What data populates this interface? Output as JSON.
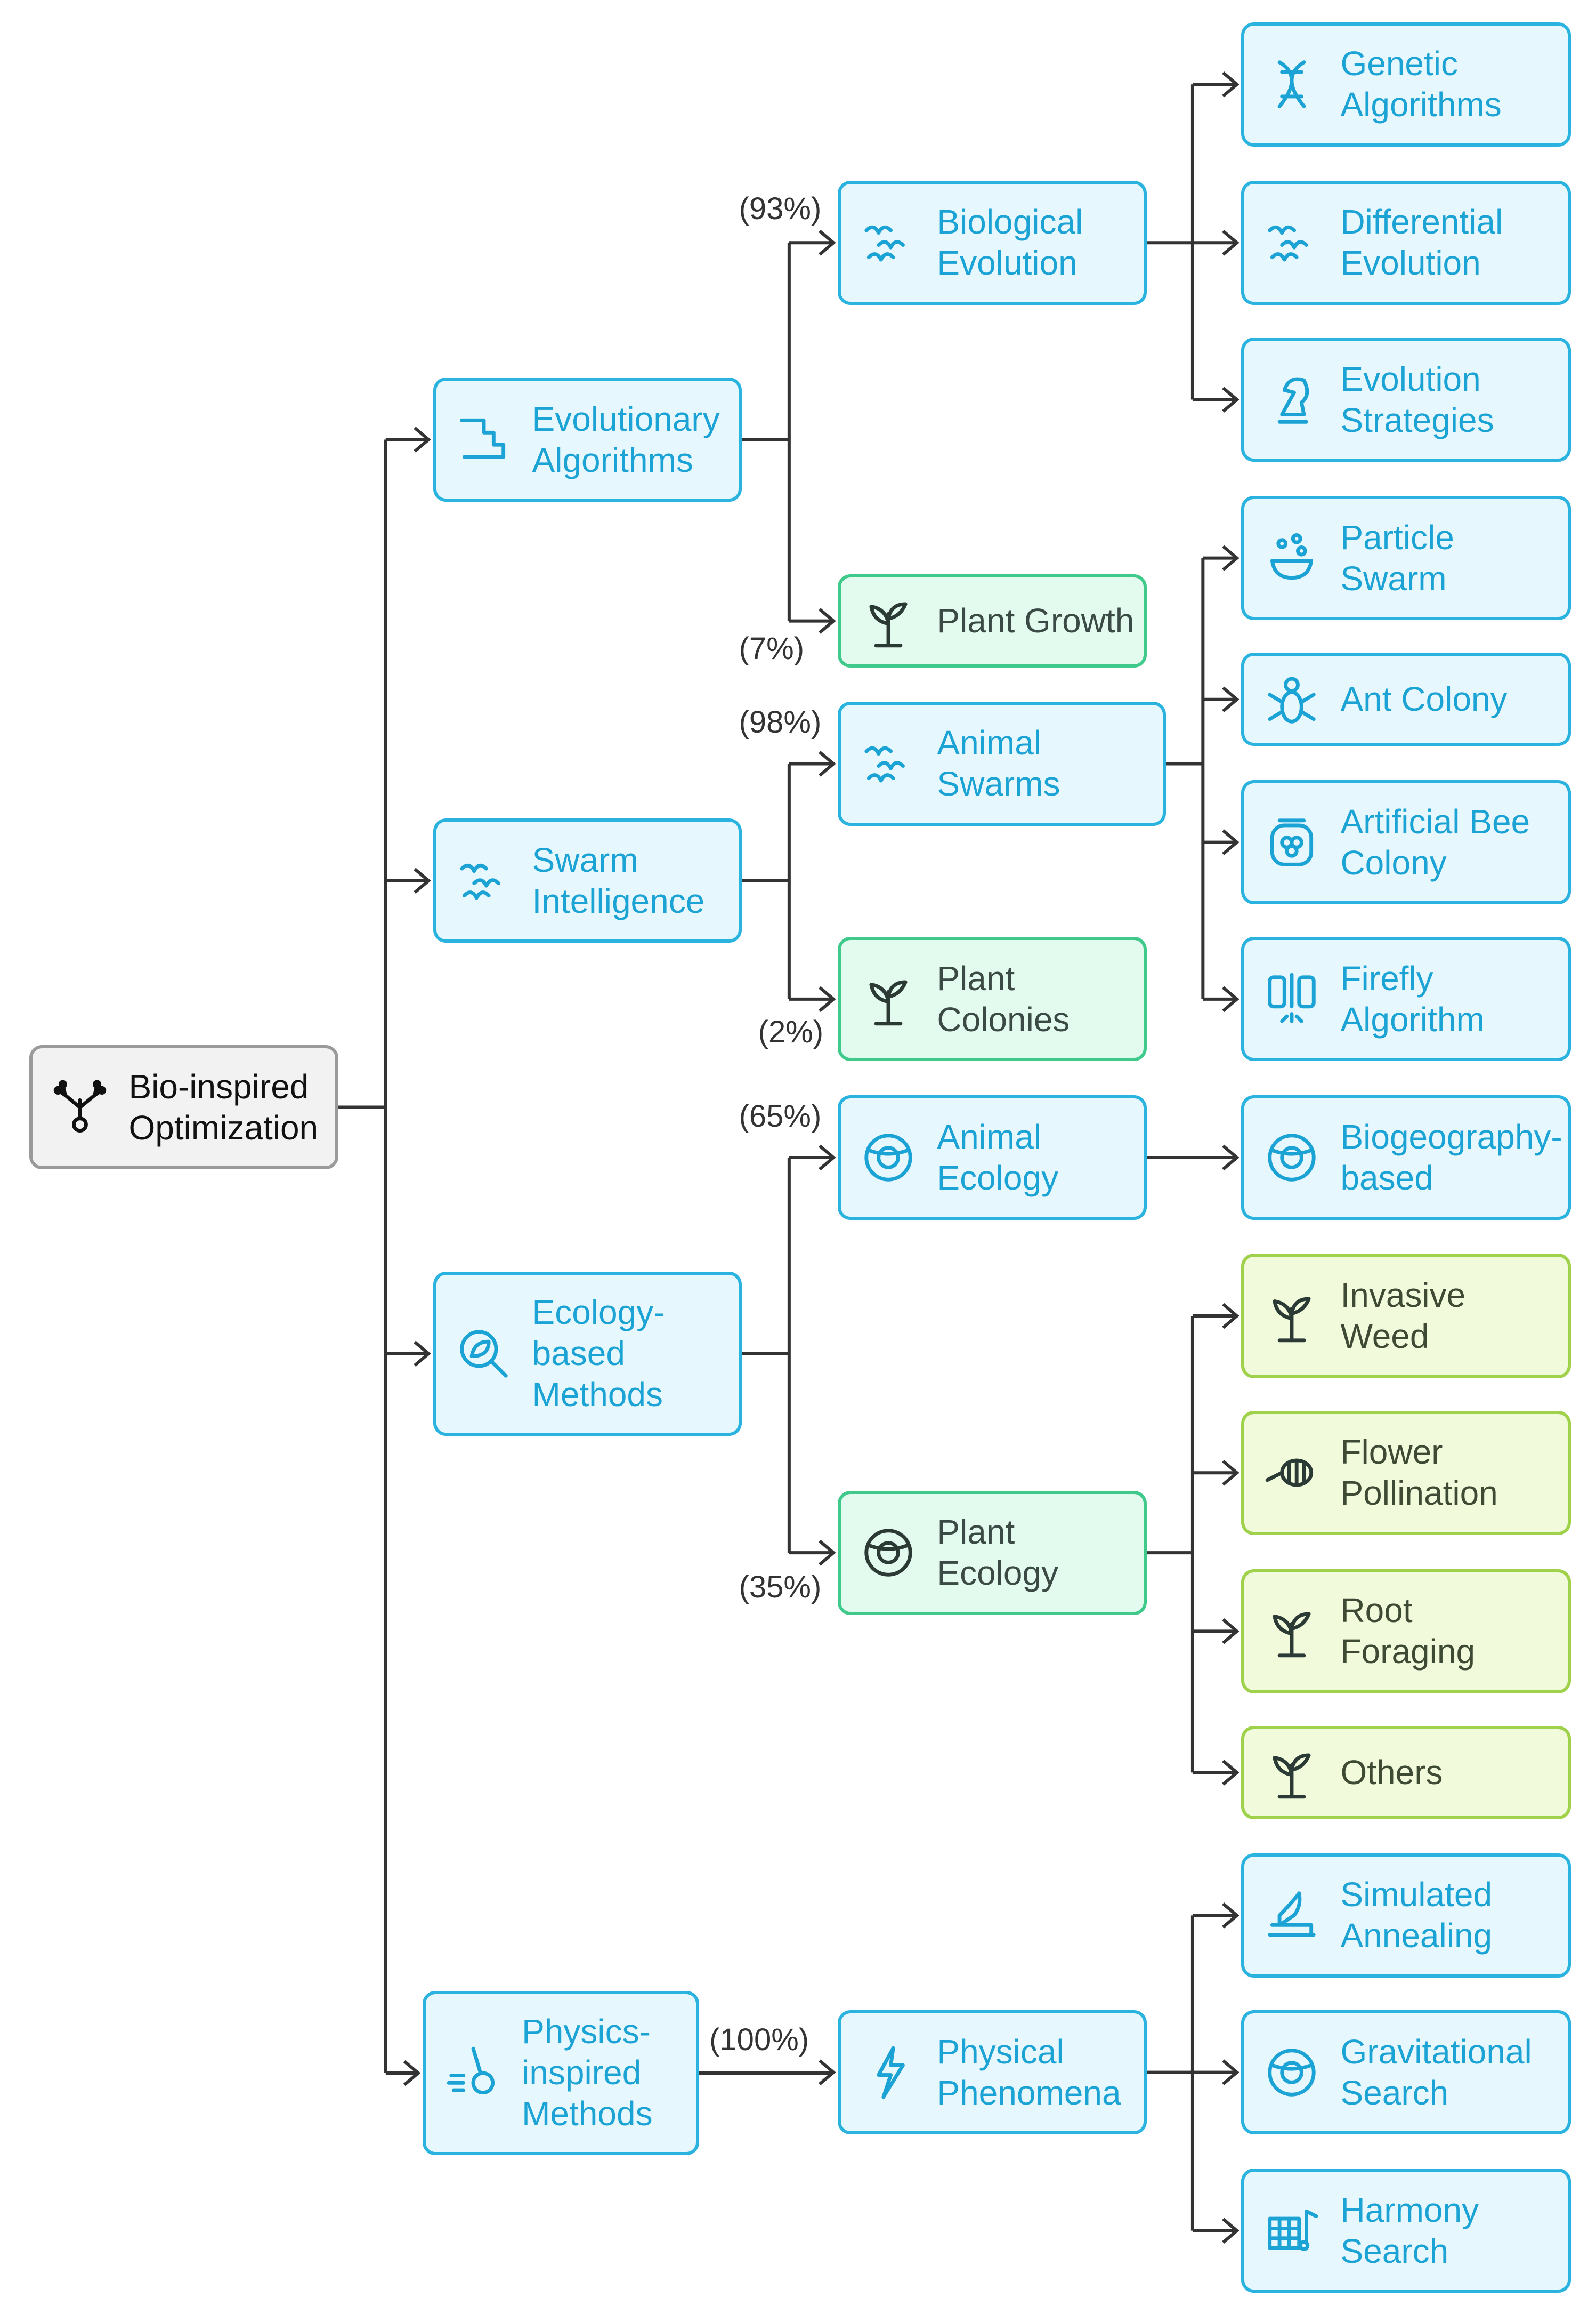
{
  "root": {
    "label": "Bio-inspired\nOptimization",
    "icon": "tree-network-icon"
  },
  "colors": {
    "blue_border": "#2bb3e0",
    "blue_fill": "#e6f7fd",
    "green_border": "#3fc98b",
    "green_fill": "#e3fbef",
    "lime_border": "#9fd24a",
    "lime_fill": "#f1fbdc",
    "edge": "#333333"
  },
  "categories": [
    {
      "label": "Evolutionary\nAlgorithms",
      "icon": "steps-icon"
    },
    {
      "label": "Swarm\nIntelligence",
      "icon": "birds-flock-icon"
    },
    {
      "label": "Ecology-\nbased\nMethods",
      "icon": "leaf-magnifier-icon"
    },
    {
      "label": "Physics-\ninspired\nMethods",
      "icon": "pendulum-icon"
    }
  ],
  "subcategories": [
    {
      "label": "Biological\nEvolution",
      "icon": "birds-icon",
      "percent": "(93%)"
    },
    {
      "label": "Plant Growth",
      "icon": "sprout-icon",
      "percent": "(7%)"
    },
    {
      "label": "Animal\nSwarms",
      "icon": "insects-icon",
      "percent": "(98%)"
    },
    {
      "label": "Plant\nColonies",
      "icon": "grass-icon",
      "percent": "(2%)"
    },
    {
      "label": "Animal\nEcology",
      "icon": "globe-animal-icon",
      "percent": "(65%)"
    },
    {
      "label": "Plant\nEcology",
      "icon": "plant-globe-icon",
      "percent": "(35%)"
    },
    {
      "label": "Physical\nPhenomena",
      "icon": "lightning-figure-icon",
      "percent": "(100%)"
    }
  ],
  "leaves": [
    {
      "label": "Genetic\nAlgorithms",
      "icon": "dna-icon"
    },
    {
      "label": "Differential\nEvolution",
      "icon": "bird-icon"
    },
    {
      "label": "Evolution\nStrategies",
      "icon": "chess-knight-icon"
    },
    {
      "label": "Particle\nSwarm",
      "icon": "particles-bowl-icon"
    },
    {
      "label": "Ant Colony",
      "icon": "ant-icon"
    },
    {
      "label": "Artificial Bee\nColony",
      "icon": "honey-jar-icon"
    },
    {
      "label": "Firefly\nAlgorithm",
      "icon": "firefly-icon"
    },
    {
      "label": "Biogeography-\nbased",
      "icon": "globe-icon"
    },
    {
      "label": "Invasive\nWeed",
      "icon": "weed-icon"
    },
    {
      "label": "Flower\nPollination",
      "icon": "bee-flower-icon"
    },
    {
      "label": "Root\nForaging",
      "icon": "root-icon"
    },
    {
      "label": "Others",
      "icon": "plants-icon"
    },
    {
      "label": "Simulated\nAnnealing",
      "icon": "furnace-icon"
    },
    {
      "label": "Gravitational\nSearch",
      "icon": "gravity-icon"
    },
    {
      "label": "Harmony\nSearch",
      "icon": "music-grid-icon"
    }
  ]
}
